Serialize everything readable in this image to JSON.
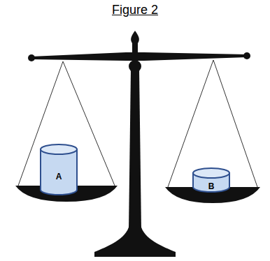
{
  "diagram": {
    "title": "Figure 2",
    "nodes": [
      {
        "text": [
          "A"
        ]
      },
      {
        "text": [
          "B"
        ]
      }
    ]
  }
}
